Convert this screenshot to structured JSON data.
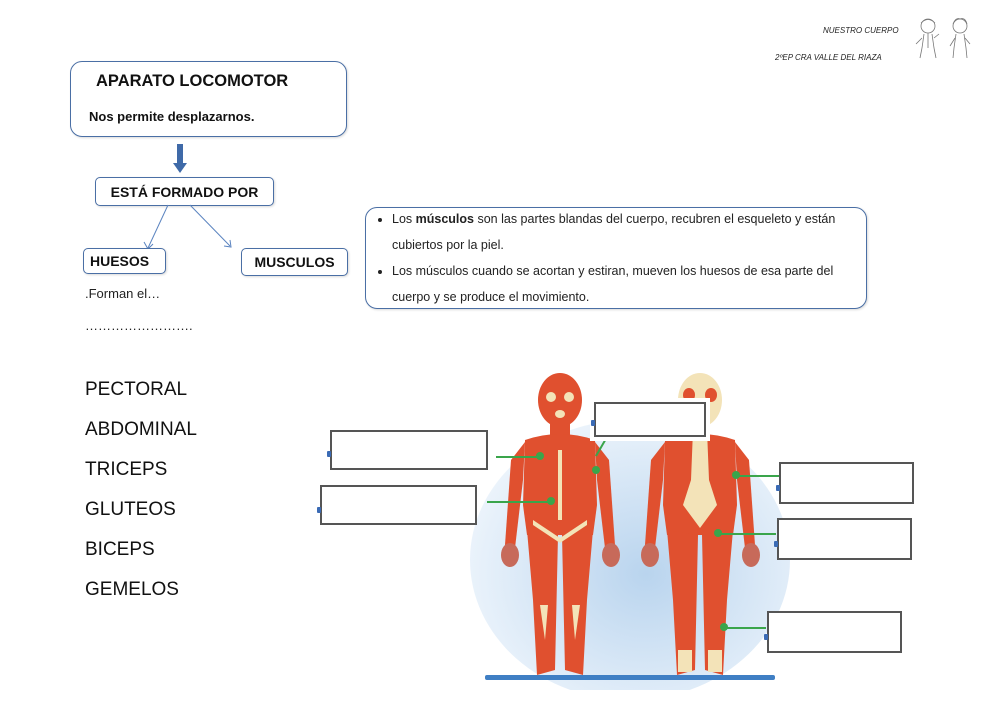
{
  "header": {
    "title": "NUESTRO CUERPO",
    "subtitle": "2ºEP CRA VALLE DEL RIAZA",
    "illustration": "kids-drawing-icon"
  },
  "concept_map": {
    "main_title": "APARATO LOCOMOTOR",
    "main_subtitle": "Nos permite desplazarnos.",
    "arrow_icon": "arrow-down-icon",
    "formed_by": "ESTÁ FORMADO POR",
    "branches": [
      {
        "label": "HUESOS",
        "note": ".Forman el…",
        "blank": "……………………."
      },
      {
        "label": "MUSCULOS"
      }
    ]
  },
  "info_box": {
    "bullets": [
      {
        "pre": "Los ",
        "bold": "músculos",
        "post": " son las partes blandas del cuerpo, recubren el esqueleto y están cubiertos por la piel."
      },
      {
        "pre": "Los músculos cuando se acortan y estiran, mueven los  huesos de esa parte del cuerpo y se produce el movimiento.",
        "bold": "",
        "post": ""
      }
    ]
  },
  "word_bank": [
    "PECTORAL",
    "ABDOMINAL",
    "TRICEPS",
    "GLUTEOS",
    "BICEPS",
    "GEMELOS"
  ],
  "answers": [
    {
      "id": "front-chest",
      "value": "",
      "placeholder": ""
    },
    {
      "id": "front-abdomen",
      "value": "",
      "placeholder": ""
    },
    {
      "id": "front-arm",
      "value": "",
      "placeholder": ""
    },
    {
      "id": "back-arm",
      "value": "",
      "placeholder": ""
    },
    {
      "id": "back-glutes",
      "value": "",
      "placeholder": ""
    },
    {
      "id": "back-calf",
      "value": "",
      "placeholder": ""
    }
  ],
  "colors": {
    "box_border": "#4a6fa5",
    "muscle": "#e0502f",
    "tendon": "#f3e3b8",
    "pointer": "#3aa54b",
    "backdrop": "#cfe2f3"
  }
}
